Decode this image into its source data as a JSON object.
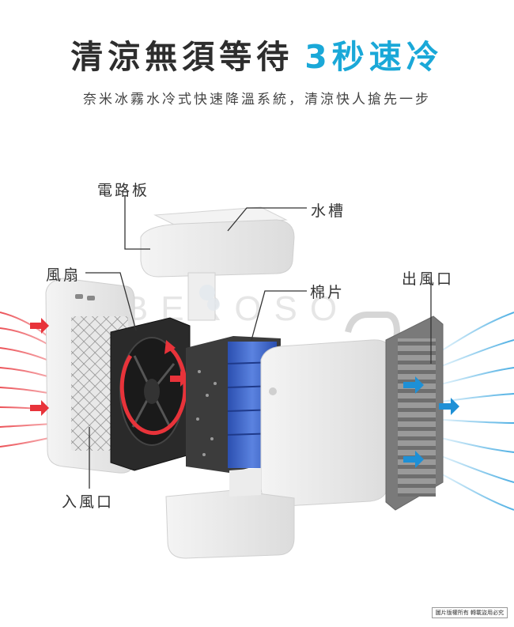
{
  "headline": {
    "main": "清涼無須等待",
    "accent": "3秒速冷"
  },
  "subheadline": "奈米冰霧水冷式快速降溫系統，清涼快人搶先一步",
  "watermark": "BEROSO",
  "labels": {
    "circuit_board": "電路板",
    "water_tank": "水槽",
    "fan": "風扇",
    "cooling_pad": "棉片",
    "air_outlet": "出風口",
    "air_inlet": "入風口"
  },
  "copyright": "圖片版權所有 轉載盜用必究",
  "colors": {
    "accent": "#1aa8d8",
    "warm_air": "#e8333a",
    "cool_air": "#3aa6e0",
    "cooling_pad": "#3a63c8"
  },
  "icons": {
    "warm_air_arrows": "arrow-right",
    "cool_air_arrows": "arrow-right",
    "fan_rotation": "circular-arrow"
  }
}
